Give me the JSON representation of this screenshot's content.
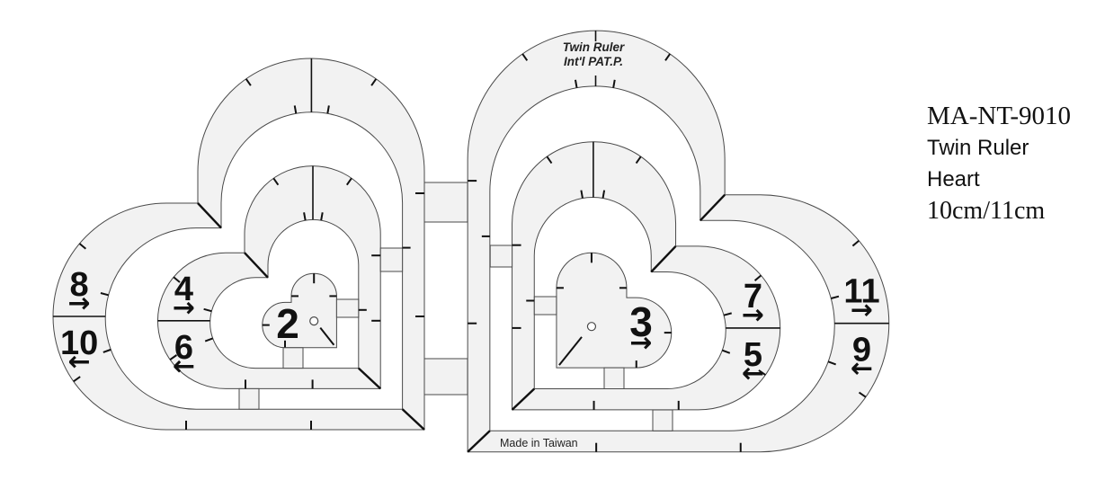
{
  "illustration": {
    "brand_text_line1": "Twin Ruler",
    "brand_text_line2": "Int'l PAT.P.",
    "origin_text": "Made in Taiwan",
    "arrow_right": "→",
    "arrow_left": "←",
    "left_heart": {
      "center_label": "2",
      "inner_band": {
        "top_label": "4",
        "bottom_label": "6"
      },
      "outer_band": {
        "top_label": "8",
        "bottom_label": "10"
      }
    },
    "right_heart": {
      "center_label": "3",
      "center_arrow": "→",
      "inner_band": {
        "top_label": "7",
        "bottom_label": "5"
      },
      "outer_band": {
        "top_label": "11",
        "bottom_label": "9"
      }
    }
  },
  "product_info": {
    "model": "MA-NT-9010",
    "name": "Twin Ruler",
    "shape": "Heart",
    "sizes": "10cm/11cm"
  },
  "colors": {
    "background": "#ffffff",
    "band_fill": "#f2f2f2",
    "outline": "#4a4a4a",
    "marking": "#111111"
  }
}
